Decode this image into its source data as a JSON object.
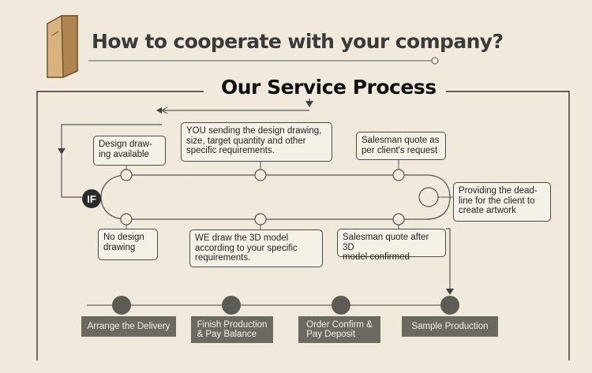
{
  "header": {
    "title": "How to cooperate with your company?",
    "subtitle": "Our Service Process"
  },
  "decision_label": "IF",
  "top_branch": [
    {
      "text": "Design draw-\ning available"
    },
    {
      "text": "YOU sending the design drawing,\nsize, target quantity and other\nspecific requirements."
    },
    {
      "text": "Salesman quote as\nper client's request"
    }
  ],
  "bottom_branch": [
    {
      "text": "No design\ndrawing"
    },
    {
      "text": "WE draw the 3D model\naccording to your specific\nrequirements."
    },
    {
      "text": "Salesman quote after 3D\nmodel confirmed"
    }
  ],
  "merge_note": {
    "text": "Providing the dead-\nline for the client to\ncreate artwork"
  },
  "final_steps": [
    {
      "label": "Arrange the Delivery"
    },
    {
      "label": "Finish Production\n& Pay Balance"
    },
    {
      "label": "Order Confirm &\nPay Deposit"
    },
    {
      "label": "Sample Production"
    }
  ],
  "colors": {
    "background": "#f1eadc",
    "line": "#555555",
    "step_fill": "#6b6960",
    "node_fill": "#5d5b55",
    "icon_wood": "#c9a16b"
  }
}
